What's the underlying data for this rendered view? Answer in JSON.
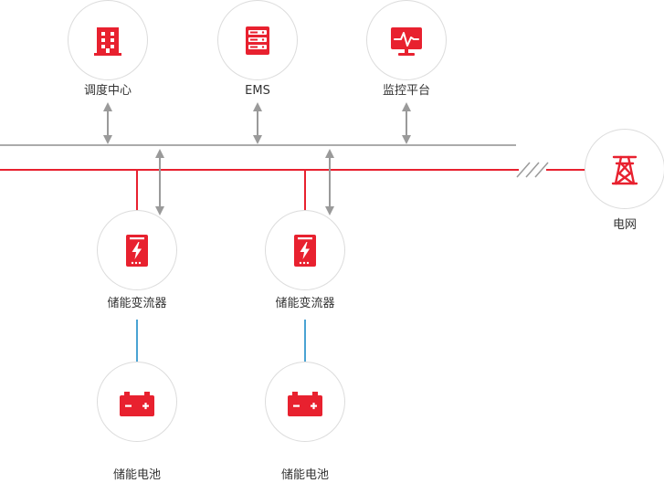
{
  "colors": {
    "accent": "#e8212f",
    "bus_gray": "#ababab",
    "arrow_gray": "#9a9a9a",
    "dc_link": "#4aa3d3",
    "node_border": "#dcdcdc",
    "label_text": "#333333"
  },
  "nodes": {
    "dispatch": {
      "label": "调度中心",
      "icon": "building-icon"
    },
    "ems": {
      "label": "EMS",
      "icon": "server-rack-icon"
    },
    "monitor": {
      "label": "监控平台",
      "icon": "monitor-pulse-icon"
    },
    "grid": {
      "label": "电网",
      "icon": "transmission-tower-icon"
    },
    "pcs1": {
      "label": "储能变流器",
      "icon": "inverter-icon"
    },
    "pcs2": {
      "label": "储能变流器",
      "icon": "inverter-icon"
    },
    "battery1": {
      "label": "储能电池",
      "icon": "battery-icon"
    },
    "battery2": {
      "label": "储能电池",
      "icon": "battery-icon"
    }
  }
}
